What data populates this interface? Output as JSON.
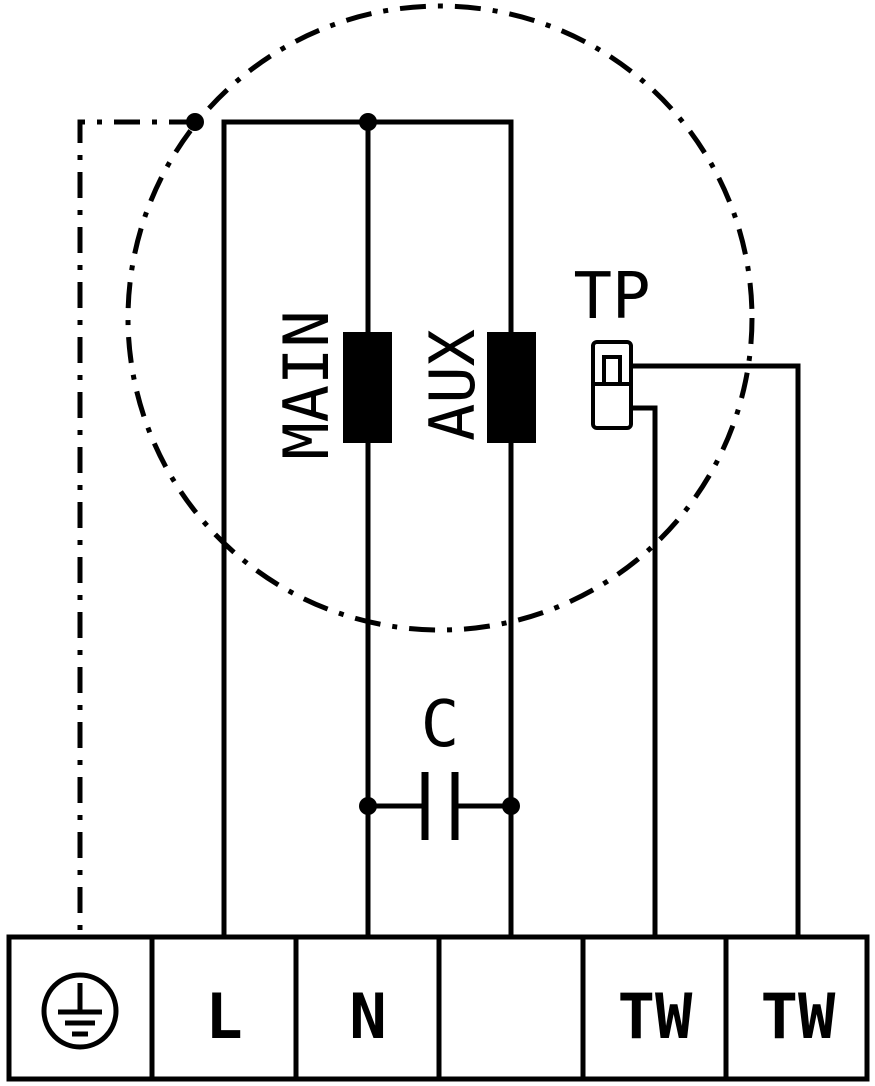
{
  "labels": {
    "main_coil": "MAIN",
    "aux_coil": "AUX",
    "thermal_protector": "TP",
    "capacitor": "C"
  },
  "terminals": [
    {
      "id": "earth",
      "label": "",
      "icon": "earth-ground-icon"
    },
    {
      "id": "line",
      "label": "L"
    },
    {
      "id": "neutral",
      "label": "N"
    },
    {
      "id": "blank",
      "label": ""
    },
    {
      "id": "tw1",
      "label": "TW"
    },
    {
      "id": "tw2",
      "label": "TW"
    }
  ],
  "colors": {
    "ink": "#000000",
    "background": "#ffffff"
  }
}
